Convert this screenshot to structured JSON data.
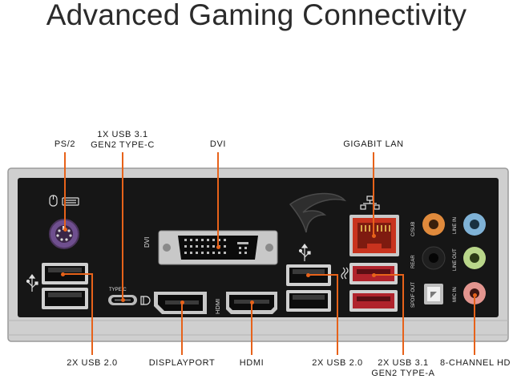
{
  "title": "Advanced Gaming Connectivity",
  "labels": {
    "ps2": "PS/2",
    "usb31_typec": "1X USB 3.1\nGEN2 TYPE-C",
    "dvi": "DVI",
    "gigabit_lan": "GIGABIT LAN",
    "usb20_left": "2X USB 2.0",
    "displayport": "DISPLAYPORT",
    "hdmi": "HDMI",
    "usb20_right": "2X USB 2.0",
    "usb31_typea": "2X USB 3.1\nGEN2 TYPE-A",
    "audio": "8-CHANNEL HD"
  },
  "panel_text": {
    "dvi": "DVI",
    "typec": "TYPE C",
    "hdmi": "HDMI",
    "csub": "C/SUB",
    "rear": "REAR",
    "spdif": "SPDIF OUT",
    "line_in": "LINE IN",
    "line_out": "LINE OUT",
    "mic_in": "MIC IN"
  },
  "colors": {
    "accent": "#e7621a",
    "panel": "#161616",
    "bracket": "#c9c9c9"
  }
}
